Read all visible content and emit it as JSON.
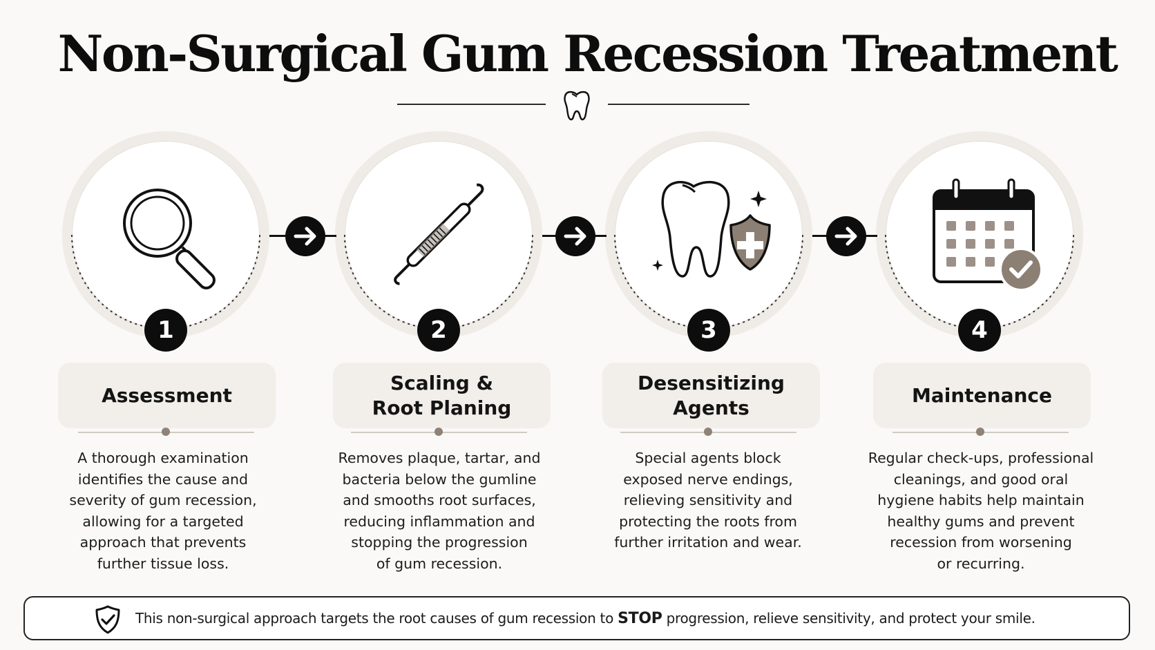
{
  "title": "Non-Surgical Gum Recession Treatment",
  "steps": [
    {
      "number": "1",
      "label": "Assessment",
      "icon": "magnifying-glass-icon",
      "description": "A thorough examination\nidentifies the cause and\nseverity of gum recession,\nallowing for a targeted\napproach that prevents\nfurther tissue loss."
    },
    {
      "number": "2",
      "label": "Scaling &\nRoot Planing",
      "icon": "dental-scaler-icon",
      "description": "Removes plaque, tartar, and\nbacteria below the gumline\nand smooths root surfaces,\nreducing inflammation and\nstopping the progression\nof gum recession."
    },
    {
      "number": "3",
      "label": "Desensitizing\nAgents",
      "icon": "tooth-shield-icon",
      "description": "Special agents block\nexposed nerve endings,\nrelieving sensitivity and\nprotecting the roots from\nfurther irritation and wear."
    },
    {
      "number": "4",
      "label": "Maintenance",
      "icon": "calendar-check-icon",
      "description": "Regular check-ups, professional\ncleanings, and good oral\nhygiene habits help maintain\nhealthy gums and prevent\nrecession from worsening\nor recurring."
    }
  ],
  "footer": {
    "before": "This non-surgical approach targets the root causes of gum recession to ",
    "emphasis": "STOP",
    "after": " progression, relieve sensitivity, and protect your smile."
  },
  "colors": {
    "ink": "#0d0d0d",
    "ring": "#efece7",
    "label_bg": "#f2efea",
    "accent_taupe": "#8f8276"
  }
}
